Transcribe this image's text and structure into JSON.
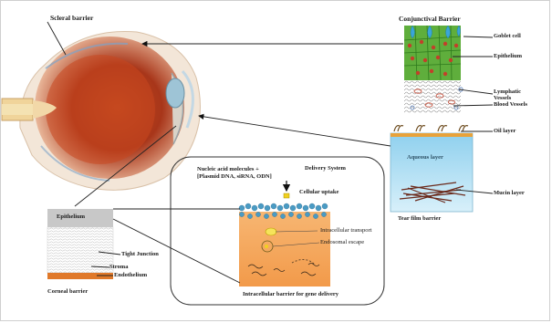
{
  "labels": {
    "scleral_barrier": "Scleral barrier",
    "conjunctival_barrier": "Conjunctival Barrier",
    "goblet_cell": "Goblet cell",
    "epithelium_conj": "Epithelium",
    "lymphatic_vessels": "Lymphatic\nVessels",
    "blood_vessels": "Blood Vessels",
    "oil_layer": "Oil layer",
    "aqueous_layer": "Aqueous layer",
    "mucin_layer": "Mucin layer",
    "tear_film_barrier": "Tear film barrier",
    "nucleic_acid": "Nucleic acid molecules +\n[Plasmid DNA, siRNA, ODN]",
    "delivery_system": "Delivery System",
    "cellular_uptake": "Cellular uptake",
    "intracellular_transport": "Intracellular transport",
    "endosomal_escape": "Endosomal escape",
    "intracellular_barrier": "Intracellular barrier for gene delivery",
    "epithelium_corneal": "Epithelium",
    "tight_junction": "Tight Junction",
    "stroma": "Stroma",
    "endothelium": "Endothelium",
    "corneal_barrier": "Corneal barrier"
  },
  "colors": {
    "conj_green": "#5fae3c",
    "goblet_blue": "#3aa6d8",
    "tear_blue": "#bfe4f4",
    "cell_orange": "#f5a65b",
    "membrane_blue": "#4a9bc4",
    "endothelium_orange": "#e0792a"
  }
}
